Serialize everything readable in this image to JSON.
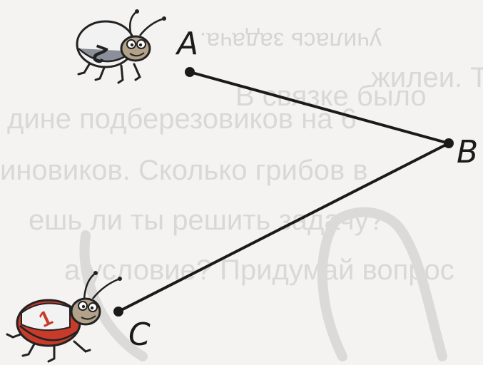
{
  "points": {
    "a": {
      "label": "A"
    },
    "b": {
      "label": "B"
    },
    "c": {
      "label": "C"
    }
  },
  "beetles": {
    "top": {
      "number": "2",
      "shell_color": "#f2f2f2"
    },
    "bottom": {
      "number": "1",
      "shell_color": "#c83a2a"
    }
  },
  "colors": {
    "line": "#1a1a1a",
    "background": "#f4f3f1"
  },
  "bleed_through": {
    "line1": "училась задача.",
    "line2": "В связке было",
    "line3": "жилеи. Т",
    "line4": "дине подберезовиков на 6",
    "line5": "иновиков. Сколько грибов в",
    "line6": "ешь ли ты решить задачу?",
    "line7": "а условие? Придумай вопрос"
  }
}
